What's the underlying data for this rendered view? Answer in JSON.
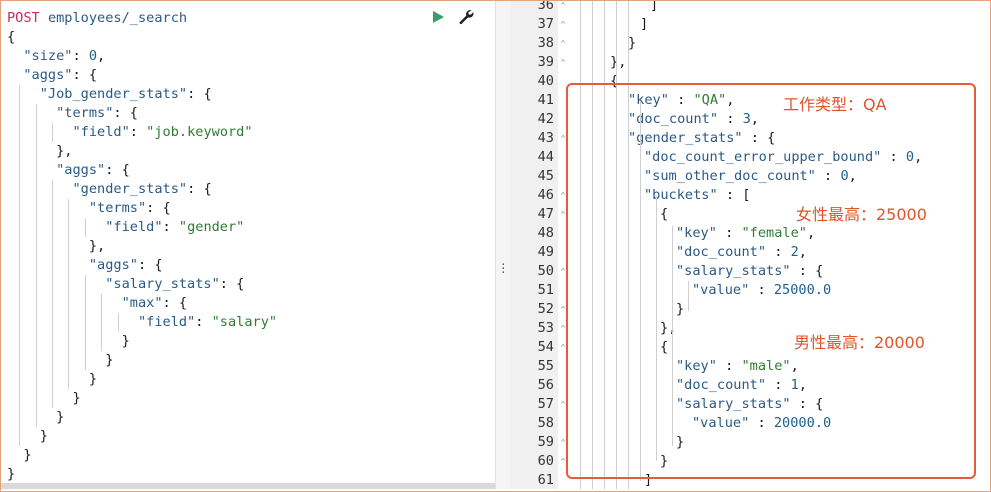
{
  "request": {
    "method": "POST",
    "path": "employees/_search",
    "lines": [
      "{",
      "  \"size\": 0,",
      "  \"aggs\": {",
      "    \"Job_gender_stats\": {",
      "      \"terms\": {",
      "        \"field\": \"job.keyword\"",
      "      },",
      "      \"aggs\": {",
      "        \"gender_stats\": {",
      "          \"terms\": {",
      "            \"field\": \"gender\"",
      "          },",
      "          \"aggs\": {",
      "            \"salary_stats\": {",
      "              \"max\": {",
      "                \"field\": \"salary\"",
      "              }",
      "            }",
      "          }",
      "        }",
      "      }",
      "    }",
      "  }",
      "}"
    ]
  },
  "icons": {
    "run": "play-icon",
    "settings": "wrench-icon",
    "splitter": "vertical-dots-icon",
    "run_color": "#3a9c6a"
  },
  "response": {
    "line_numbers": [
      "36",
      "37",
      "38",
      "39",
      "40",
      "41",
      "42",
      "43",
      "44",
      "45",
      "46",
      "47",
      "48",
      "49",
      "50",
      "51",
      "52",
      "53",
      "54",
      "55",
      "56",
      "57",
      "58",
      "59",
      "60",
      "61"
    ],
    "fold_markers": [
      "",
      "^",
      "^",
      "^",
      "^",
      "",
      "",
      "",
      "^",
      "",
      "",
      "^",
      "^",
      "",
      "",
      "^",
      "",
      "^",
      "^",
      "^",
      "",
      "",
      "^",
      "",
      "^",
      "^",
      ""
    ],
    "lines": [
      "]",
      "]",
      "}",
      "},",
      "{",
      "\"key\" : \"QA\",",
      "\"doc_count\" : 3,",
      "\"gender_stats\" : {",
      "\"doc_count_error_upper_bound\" : 0,",
      "\"sum_other_doc_count\" : 0,",
      "\"buckets\" : [",
      "{",
      "\"key\" : \"female\",",
      "\"doc_count\" : 2,",
      "\"salary_stats\" : {",
      "\"value\" : 25000.0",
      "}",
      "},",
      "{",
      "\"key\" : \"male\",",
      "\"doc_count\" : 1,",
      "\"salary_stats\" : {",
      "\"value\" : 20000.0",
      "}",
      "}",
      "]"
    ]
  },
  "annotations": {
    "job_type": "工作类型：QA",
    "female_max": "女性最高：25000",
    "male_max": "男性最高：20000",
    "color": "#e0542e"
  }
}
